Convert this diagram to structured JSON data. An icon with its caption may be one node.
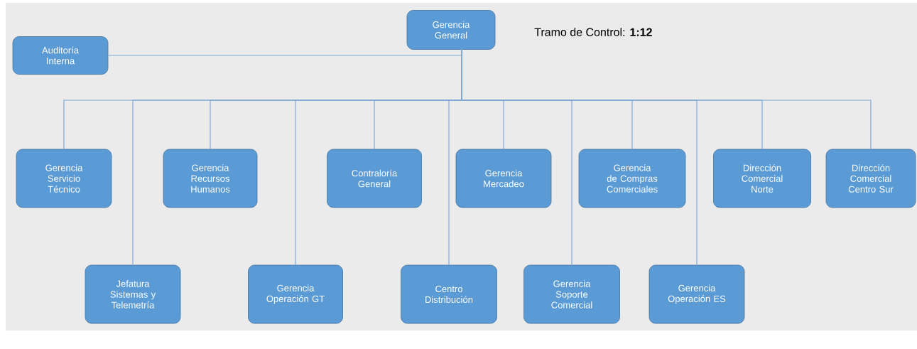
{
  "diagram": {
    "nodes": [
      {
        "text": [
          "Gerencia General"
        ]
      },
      {
        "text": [
          "Auditoría Interna"
        ]
      },
      {
        "text": [
          "Gerencia Servicio Técnico"
        ]
      },
      {
        "text": [
          "Gerencia Recursos Humanos"
        ]
      },
      {
        "text": [
          "Contraloría General"
        ]
      },
      {
        "text": [
          "Gerencia Mercadeo"
        ]
      },
      {
        "text": [
          "Gerencia de Compras Comerciales"
        ]
      },
      {
        "text": [
          "Dirección Comercial Norte"
        ]
      },
      {
        "text": [
          "Dirección Comercial Centro Sur"
        ]
      },
      {
        "text": [
          "Jefatura Sistemas y Telemetría"
        ]
      },
      {
        "text": [
          "Gerencia Operación GT"
        ]
      },
      {
        "text": [
          "Centro Distribución"
        ]
      },
      {
        "text": [
          "Gerencia Soporte Comercial"
        ]
      },
      {
        "text": [
          "Gerencia Operación ES"
        ]
      }
    ],
    "edges": [
      {
        "from": 0,
        "to": 1,
        "arrow": "none"
      },
      {
        "from": 0,
        "to": 2,
        "arrow": "none"
      },
      {
        "from": 0,
        "to": 3,
        "arrow": "none"
      },
      {
        "from": 0,
        "to": 4,
        "arrow": "none"
      },
      {
        "from": 0,
        "to": 5,
        "arrow": "none"
      },
      {
        "from": 0,
        "to": 6,
        "arrow": "none"
      },
      {
        "from": 0,
        "to": 7,
        "arrow": "none"
      },
      {
        "from": 0,
        "to": 8,
        "arrow": "none"
      },
      {
        "from": 0,
        "to": 9,
        "arrow": "none"
      },
      {
        "from": 0,
        "to": 10,
        "arrow": "none"
      },
      {
        "from": 0,
        "to": 11,
        "arrow": "none"
      },
      {
        "from": 0,
        "to": 12,
        "arrow": "none"
      },
      {
        "from": 0,
        "to": 13,
        "arrow": "none"
      }
    ],
    "labels": [
      "Tramo de Control: **1:12**"
    ]
  }
}
